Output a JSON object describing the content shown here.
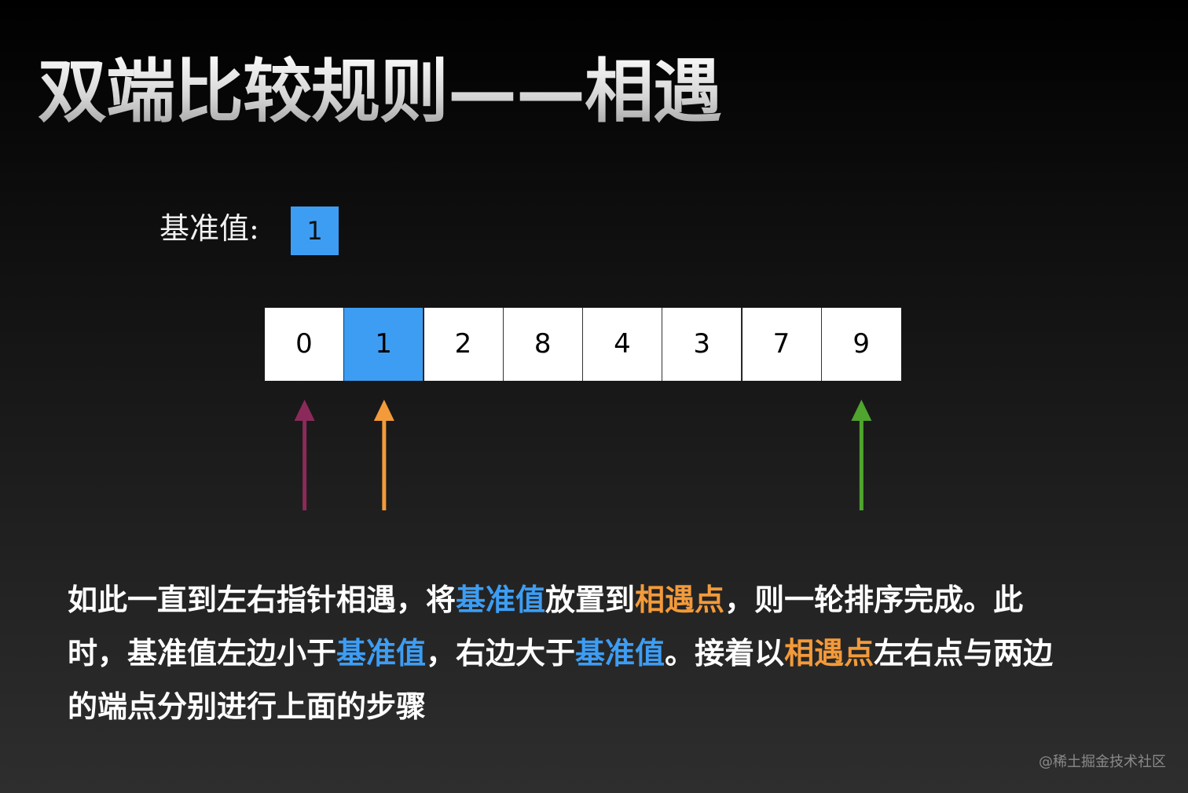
{
  "title": "双端比较规则——相遇",
  "pivot": {
    "label": "基准值:",
    "value": "1"
  },
  "array": {
    "values": [
      "0",
      "1",
      "2",
      "8",
      "4",
      "3",
      "7",
      "9"
    ],
    "pivot_index": 1
  },
  "pointers": [
    {
      "index": 0,
      "color": "#8b2a5a"
    },
    {
      "index": 1,
      "color": "#f39a3a"
    },
    {
      "index": 7,
      "color": "#4fa52d"
    }
  ],
  "description": {
    "line1": [
      {
        "text": "如此一直到左右指针相遇，将",
        "style": "normal"
      },
      {
        "text": "基准值",
        "style": "blue"
      },
      {
        "text": "放置到",
        "style": "normal"
      },
      {
        "text": "相遇点",
        "style": "orange"
      },
      {
        "text": "，则一轮排序完成。此",
        "style": "normal"
      }
    ],
    "line2": [
      {
        "text": "时，基准值左边小于",
        "style": "normal"
      },
      {
        "text": "基准值",
        "style": "blue"
      },
      {
        "text": "，右边大于",
        "style": "normal"
      },
      {
        "text": "基准值",
        "style": "blue"
      },
      {
        "text": "。接着以",
        "style": "normal"
      },
      {
        "text": "相遇点",
        "style": "orange"
      },
      {
        "text": "左右点与两边",
        "style": "normal"
      }
    ],
    "line3": [
      {
        "text": "的端点分别进行上面的步骤",
        "style": "normal"
      }
    ]
  },
  "watermark": "@稀土掘金技术社区",
  "colors": {
    "blue": "#3d9df3",
    "orange": "#f39a3a",
    "purple": "#8b2a5a",
    "green": "#4fa52d"
  }
}
